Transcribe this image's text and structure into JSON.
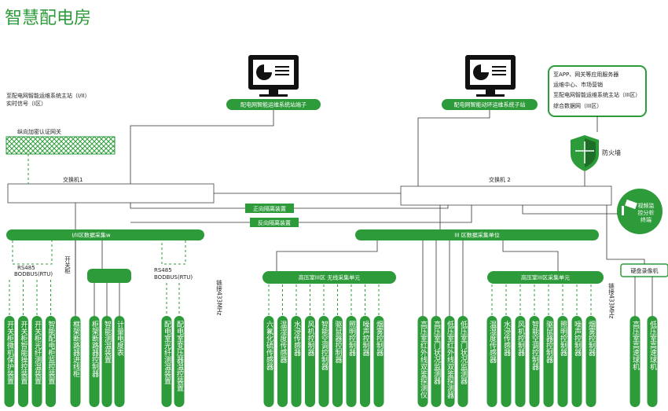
{
  "page_title": "智慧配电房",
  "master_station_note_line1": "至配电网智能运维系统主站（I/II）",
  "master_station_note_line2": "实时信号（I区）",
  "gateway_label": "纵向加密认证网关",
  "monitor_left_label": "配电网智能运维系统站端子",
  "monitor_right_label": "配电网智能动环运维系统子站",
  "info_box": {
    "lines": [
      "至APP、网关等应用服务器",
      "运维中心、市场营销",
      "至配电网智能运维系统主站（III区）",
      "综合数据网（III区）"
    ]
  },
  "firewall_label": "防火墙",
  "switch1_label": "交换机1",
  "switch2_label": "交换机 2",
  "forward_isolation_label": "正向隔离装置",
  "reverse_isolation_label": "反向隔离装置",
  "video_terminal_label": [
    "视频监",
    "控分析",
    "终端"
  ],
  "left_bus_label": "I/II区数据采集w",
  "right_bus_label": "III 区数据采集单位",
  "rs485_left": [
    "RS485",
    "BODBUS(RTU)"
  ],
  "rs485_mid": [
    "RS485",
    "BODBUS(RTU)"
  ],
  "switch_cabinet_label": "开关柜",
  "link_433_left": "链接433MHz",
  "link_433_right": "链接433MHz",
  "hv_wireless_unit_label": "高压室III区 无线采集单元",
  "lv_unit_label": "高压室III区采集单元",
  "dvr_label": "硬盘录像机",
  "devices_left": [
    "开关柜微机保护装置",
    "开关柜智能操控装置",
    "开关柜光纤测温装置",
    "智能配电柜监控装置"
  ],
  "device_group2": [
    "框架断路器进线柜"
  ],
  "devices_mid": [
    "柜架断路器控制器",
    "智能测温装置",
    "计量电度表"
  ],
  "devices_trans": [
    "配电室光纤测温装置",
    "配电室变压器温控装置"
  ],
  "devices_hv_wireless": [
    "六氟化硫传感器",
    "温湿度传感器",
    "水浸传感器",
    "风机控制器",
    "智能空调控制器",
    "驱鼠器控制器",
    "照明控制器",
    "噪声控制器",
    "烟雾控制器"
  ],
  "devices_hv_mid": [
    "高压室红外线双鉴探测仪",
    "高压室门状况监测器",
    "低压室红外线双鉴探测器",
    "低压室门状况监测器"
  ],
  "devices_lv": [
    "温湿度传感器",
    "水浸传感器",
    "风机控制器",
    "智能空调控制器",
    "驱鼠器控制器",
    "照明控制器",
    "噪声控制器",
    "烟雾控制器"
  ],
  "devices_cam": [
    "高压室高速球机",
    "低压室高速球机"
  ],
  "colors": {
    "green": "#2e9b3a",
    "dark": "#222222"
  }
}
